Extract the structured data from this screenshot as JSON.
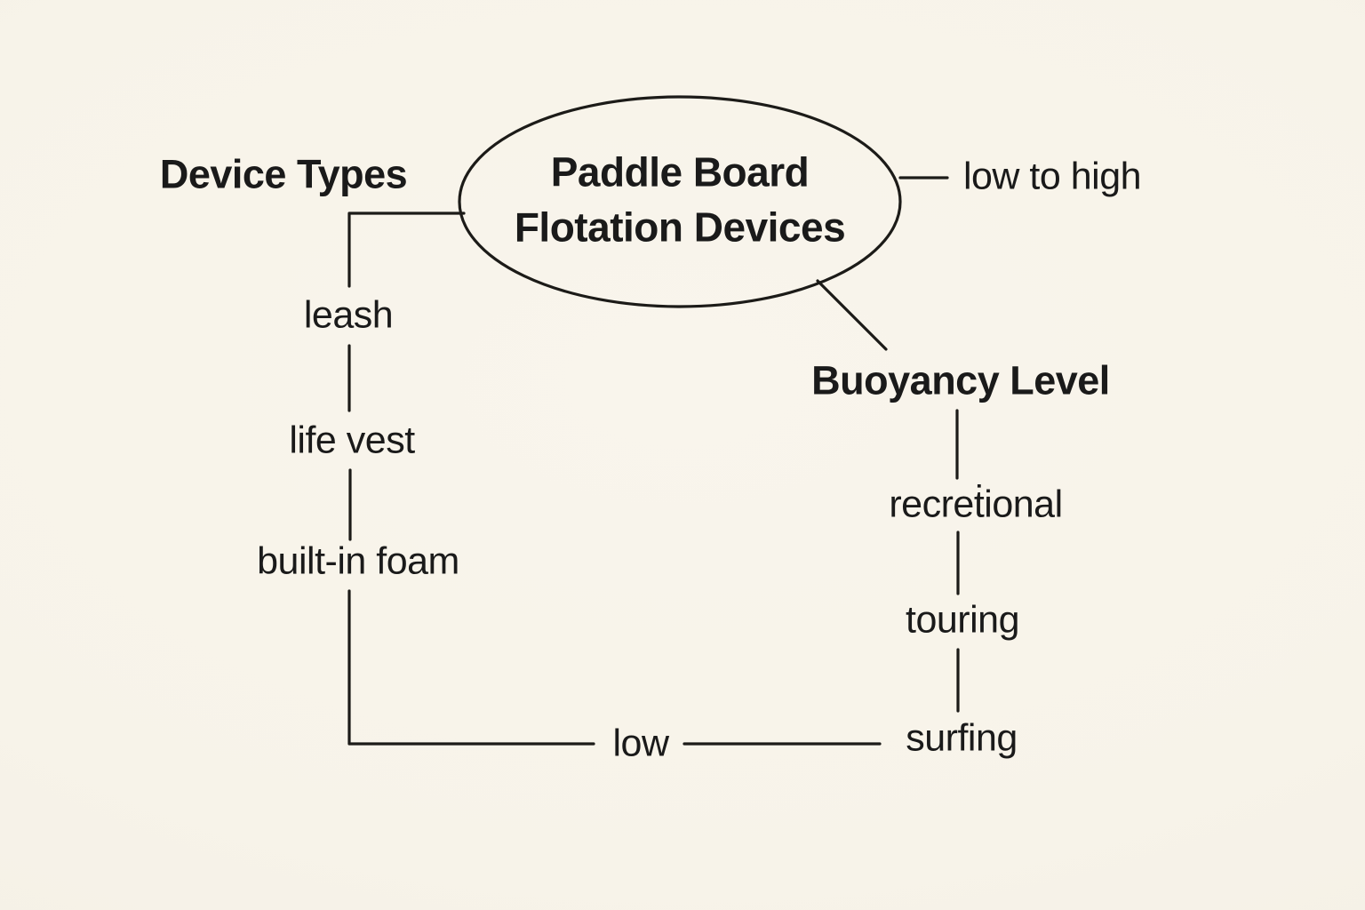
{
  "diagram": {
    "title": {
      "line1": "Paddle Board",
      "line2": "Flotation Devices"
    },
    "annotation": "low to high",
    "device_types": {
      "heading": "Device Types",
      "items": [
        "leash",
        "life vest",
        "built-in foam"
      ]
    },
    "buoyancy": {
      "heading": "Buoyancy Level",
      "items": [
        "recreṫional",
        "touring",
        "surfing"
      ]
    },
    "bottom_connector_label": "low",
    "colors": {
      "background": "#f7f3e9",
      "ink": "#1c1b18"
    }
  }
}
